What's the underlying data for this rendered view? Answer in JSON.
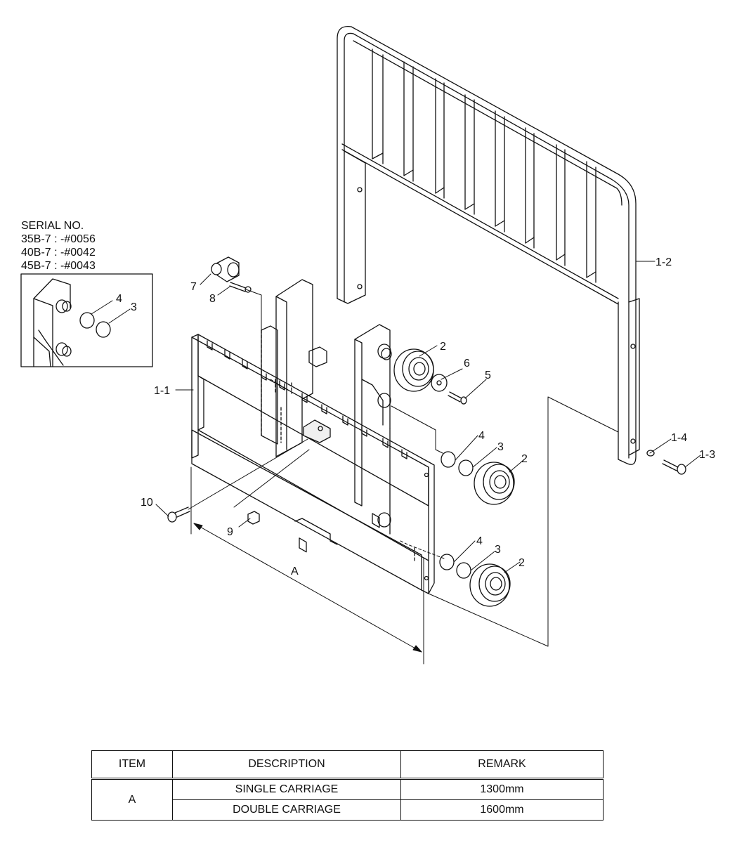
{
  "serial_box": {
    "title": "SERIAL NO.",
    "lines": [
      "35B-7 : -#0056",
      "40B-7 : -#0042",
      "45B-7 : -#0043"
    ],
    "callouts": [
      "4",
      "3"
    ]
  },
  "callouts": {
    "c1_2": "1-2",
    "c1_1": "1-1",
    "c1_3": "1-3",
    "c1_4": "1-4",
    "c2a": "2",
    "c2b": "2",
    "c2c": "2",
    "c3a": "3",
    "c3b": "3",
    "c4a": "4",
    "c4b": "4",
    "c5": "5",
    "c6": "6",
    "c7": "7",
    "c8": "8",
    "c9": "9",
    "c10": "10",
    "dimA": "A"
  },
  "table": {
    "headers": [
      "ITEM",
      "DESCRIPTION",
      "REMARK"
    ],
    "item": "A",
    "rows": [
      {
        "description": "SINGLE CARRIAGE",
        "remark": "1300mm"
      },
      {
        "description": "DOUBLE CARRIAGE",
        "remark": "1600mm"
      }
    ]
  }
}
